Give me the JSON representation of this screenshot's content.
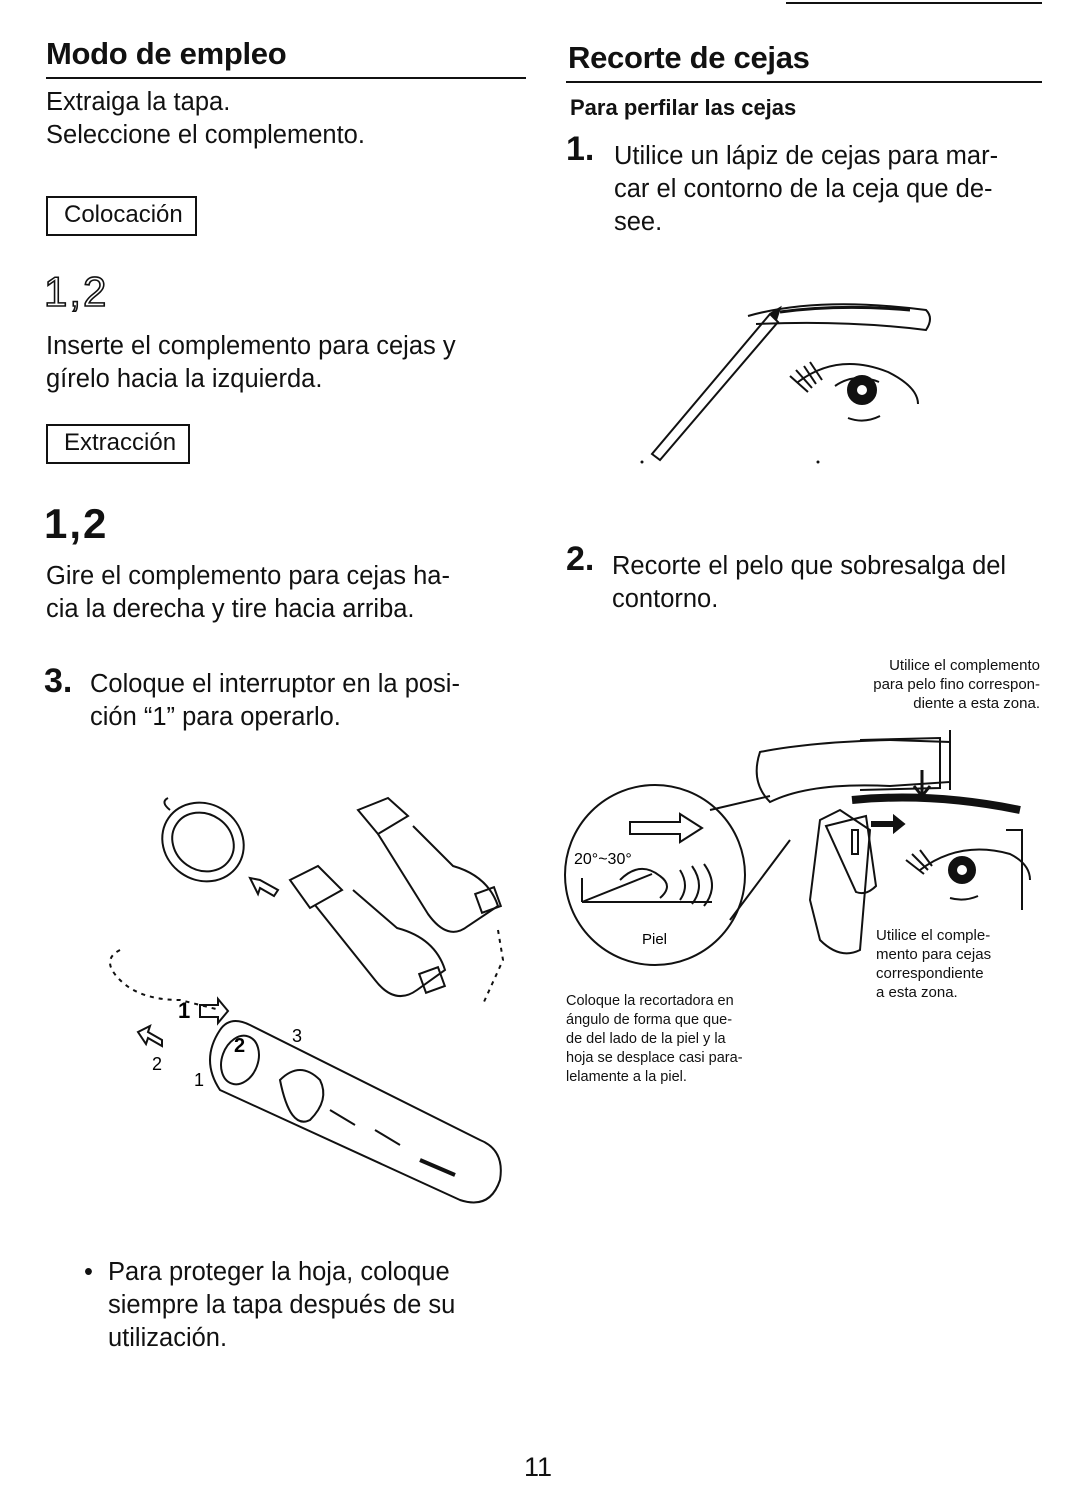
{
  "left": {
    "heading": "Modo de empleo",
    "intro_lines": [
      "Extraiga la tapa.",
      "Seleccione el complemento."
    ],
    "box_colocacion": "Colocación",
    "steps_outline": "1,2",
    "insert_lines": [
      "Inserte el complemento para cejas y",
      "gírelo hacia la izquierda."
    ],
    "box_extraccion": "Extracción",
    "steps_bold": "1,2",
    "turn_lines": [
      "Gire el complemento para cejas ha-",
      "cia la derecha y tire hacia arriba."
    ],
    "step3_number": "3.",
    "step3_lines": [
      "Coloque el interruptor en la posi-",
      "ción “1” para operarlo."
    ],
    "illustration_labels": {
      "one": "1",
      "two": "2",
      "three": "3",
      "bottom_two": "2",
      "bottom_one": "1"
    },
    "bullet": "•",
    "note_lines": [
      "Para proteger la hoja, coloque",
      "siempre la tapa después de su",
      "utilización."
    ]
  },
  "right": {
    "heading": "Recorte de cejas",
    "subheading": "Para perfilar las cejas",
    "step1_number": "1.",
    "step1_lines": [
      "Utilice un lápiz de cejas para mar-",
      "car el contorno de la ceja que de-",
      "see."
    ],
    "step2_number": "2.",
    "step2_lines": [
      "Recorte el pelo que sobresalga del",
      "contorno."
    ],
    "fine_note_lines": [
      "Utilice el complemento",
      "para pelo fino correspon-",
      "diente a esta zona."
    ],
    "angle_label": "20°~30°",
    "skin_label": "Piel",
    "angle_caption_lines": [
      "Coloque la recortadora en",
      "ángulo de forma que que-",
      "de del lado de la piel y la",
      "hoja se desplace casi para-",
      "lelamente a la piel."
    ],
    "brow_note_lines": [
      "Utilice el comple-",
      "mento para cejas",
      "correspondiente",
      "a esta zona."
    ]
  },
  "page_number": "11"
}
